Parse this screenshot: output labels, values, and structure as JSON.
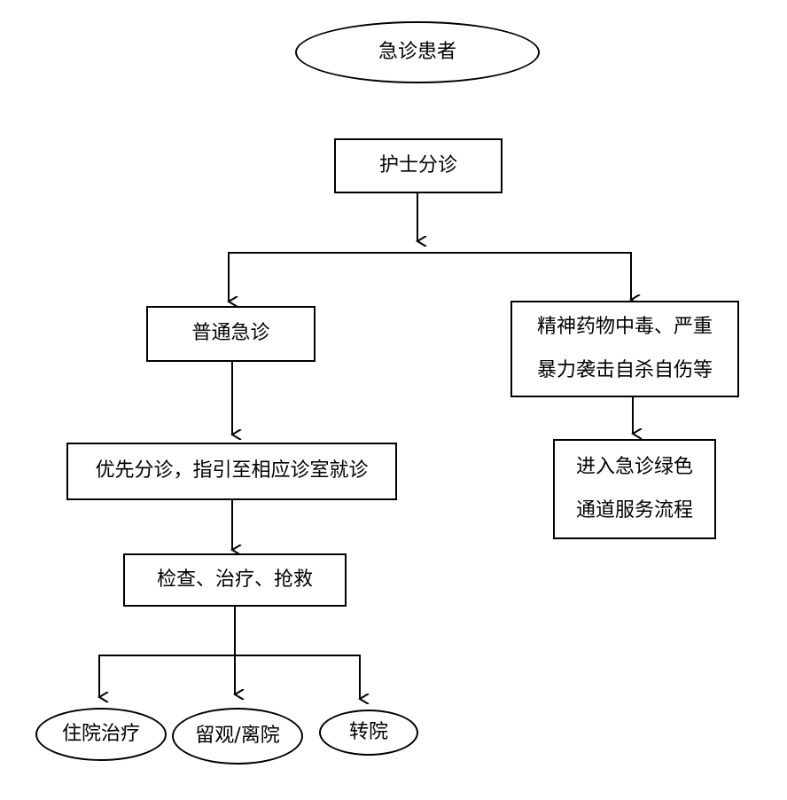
{
  "nodes": {
    "start": "急诊患者",
    "triage": "护士分诊",
    "regular": "普通急诊",
    "special_line1": "精神药物中毒、严重",
    "special_line2": "暴力袭击自杀自伤等",
    "priority": "优先分诊，指引至相应诊室就诊",
    "green_line1": "进入急诊绿色",
    "green_line2": "通道服务流程",
    "exam": "检查、治疗、抢救",
    "hospitalize": "住院治疗",
    "observe": "留观/离院",
    "transfer": "转院"
  }
}
